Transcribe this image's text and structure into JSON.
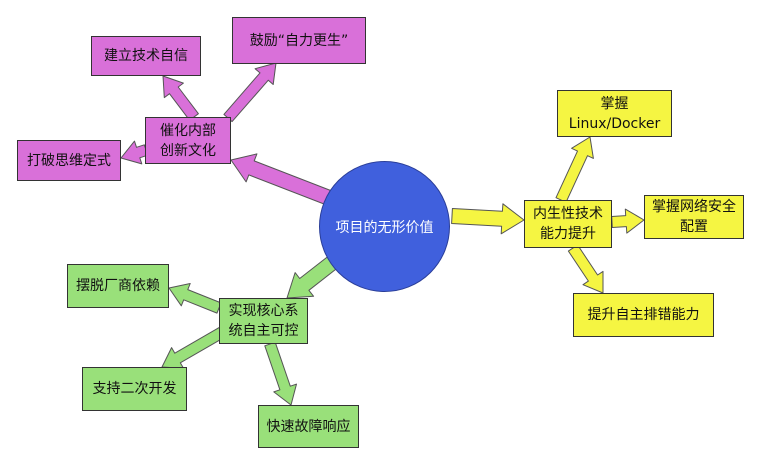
{
  "center": {
    "label": "项目的无形价值",
    "color": "#4060dd"
  },
  "branches": [
    {
      "key": "pink",
      "color": "#d970d9",
      "hub": {
        "label": "催化内部\n创新文化"
      },
      "leaves": [
        {
          "label": "建立技术自信"
        },
        {
          "label": "鼓励“自力更生”"
        },
        {
          "label": "打破思维定式"
        }
      ]
    },
    {
      "key": "yellow",
      "color": "#f5f542",
      "hub": {
        "label": "内生性技术\n能力提升"
      },
      "leaves": [
        {
          "label": "掌握\nLinux/Docker"
        },
        {
          "label": "掌握网络安全\n配置"
        },
        {
          "label": "提升自主排错能力"
        }
      ]
    },
    {
      "key": "green",
      "color": "#99e07a",
      "hub": {
        "label": "实现核心系\n统自主可控"
      },
      "leaves": [
        {
          "label": "摆脱厂商依赖"
        },
        {
          "label": "支持二次开发"
        },
        {
          "label": "快速故障响应"
        }
      ]
    }
  ]
}
